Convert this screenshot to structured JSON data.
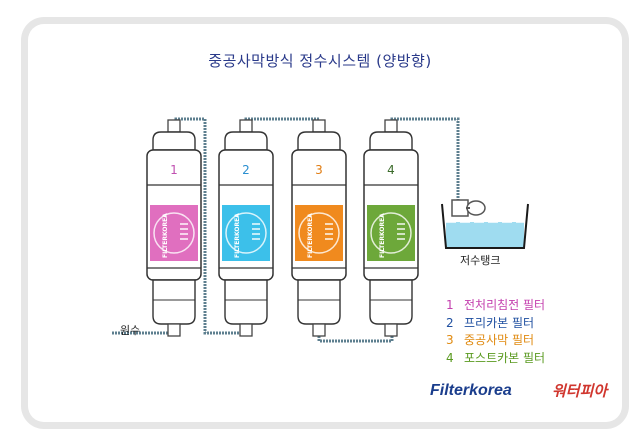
{
  "title": "중공사막방식 정수시스템 (양방향)",
  "inlet_label": "원수",
  "tank_label": "저수탱크",
  "filter_body_text": "FILTERKOREA",
  "filters": [
    {
      "number": "1",
      "color": "#e06fbf",
      "num_color": "#c050b0"
    },
    {
      "number": "2",
      "color": "#3cc0ea",
      "num_color": "#2a8fd0"
    },
    {
      "number": "3",
      "color": "#f08a1e",
      "num_color": "#e07b10"
    },
    {
      "number": "4",
      "color": "#6da83a",
      "num_color": "#3b6b2a"
    }
  ],
  "legend": [
    {
      "number": "1",
      "text": "전처리침전 필터",
      "color": "#c43fae"
    },
    {
      "number": "2",
      "text": "프리카본 필터",
      "color": "#1f4fa0"
    },
    {
      "number": "3",
      "text": "중공사막 필터",
      "color": "#e08a10"
    },
    {
      "number": "4",
      "text": "포스트카본 필터",
      "color": "#5a9a20"
    }
  ],
  "brand_name": "Filterkorea",
  "brand_partner": "워터피아",
  "water_color": "#9fdcf0"
}
